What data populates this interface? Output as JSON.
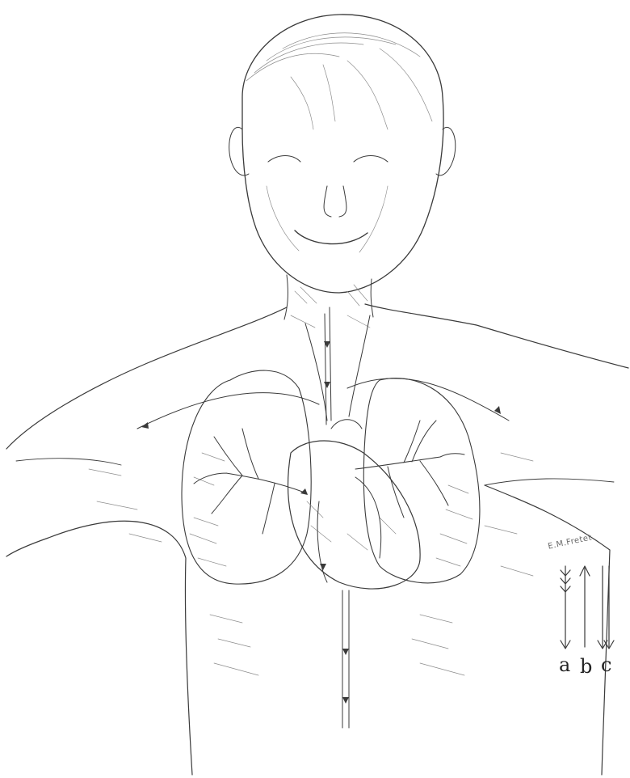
{
  "illustration": {
    "subject": "",
    "signature": "E.M.Fretet",
    "colors": {
      "ink": "#3a3a3a",
      "shading": "#8c8c8c",
      "paper": "#ffffff"
    }
  },
  "key": {
    "items": [
      {
        "letter": "a",
        "icon": "feathered-arrow-down-icon"
      },
      {
        "letter": "b",
        "icon": "arrow-up-icon"
      },
      {
        "letter": "c",
        "icon": "double-arrow-down-icon"
      }
    ]
  }
}
